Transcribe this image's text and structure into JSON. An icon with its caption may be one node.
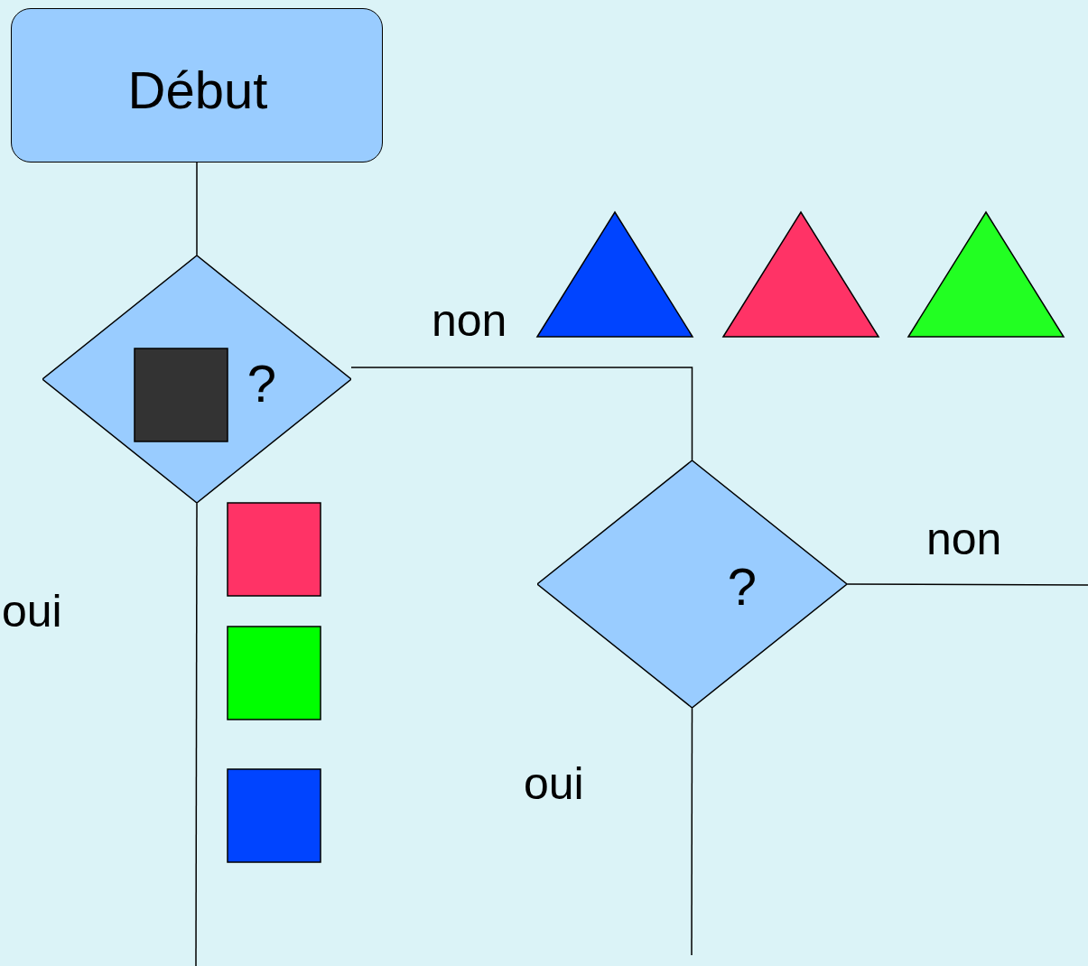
{
  "diagram": {
    "nodes": [
      {
        "text": [
          "Début"
        ]
      },
      {
        "text": [
          "?"
        ]
      },
      {
        "text": [
          "?"
        ]
      }
    ],
    "edges": [
      {
        "from": 0,
        "to": 1,
        "arrow": "none"
      },
      {
        "from": 1,
        "to": 2,
        "arrow": "none",
        "label": "non"
      },
      {
        "from": 1,
        "to": null,
        "arrow": "none",
        "label": "oui"
      },
      {
        "from": 2,
        "to": null,
        "arrow": "none",
        "label": "non"
      },
      {
        "from": 2,
        "to": null,
        "arrow": "none",
        "label": "oui"
      }
    ]
  }
}
